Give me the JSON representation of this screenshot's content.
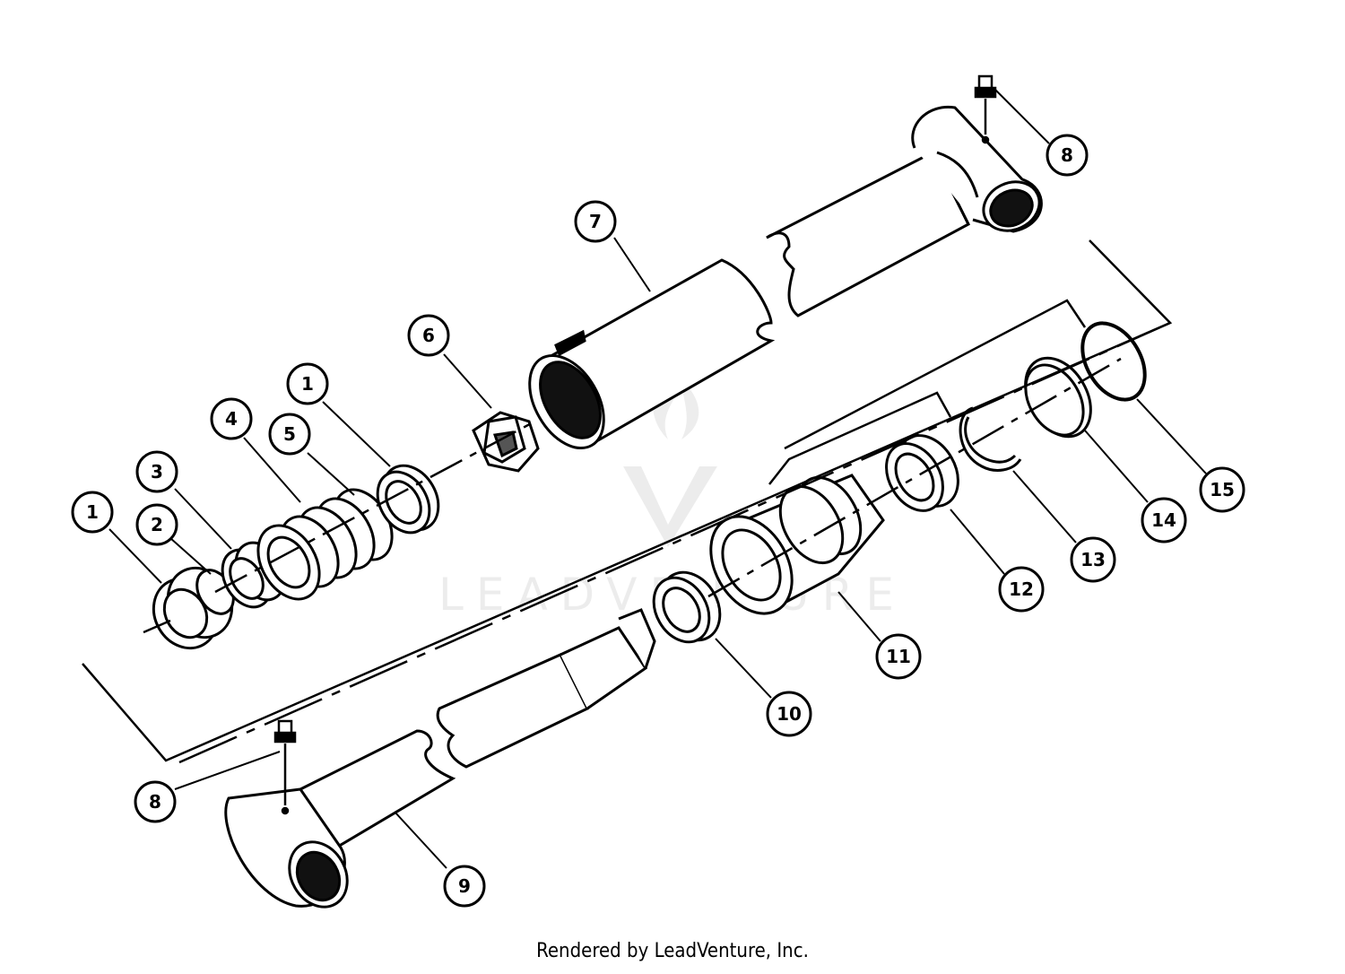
{
  "diagram": {
    "watermark": "LEADVENTURE",
    "callouts": [
      {
        "id": "c1a",
        "label": "1"
      },
      {
        "id": "c2",
        "label": "2"
      },
      {
        "id": "c3",
        "label": "3"
      },
      {
        "id": "c4",
        "label": "4"
      },
      {
        "id": "c5",
        "label": "5"
      },
      {
        "id": "c1b",
        "label": "1"
      },
      {
        "id": "c6",
        "label": "6"
      },
      {
        "id": "c7",
        "label": "7"
      },
      {
        "id": "c8a",
        "label": "8"
      },
      {
        "id": "c8b",
        "label": "8"
      },
      {
        "id": "c9",
        "label": "9"
      },
      {
        "id": "c10",
        "label": "10"
      },
      {
        "id": "c11",
        "label": "11"
      },
      {
        "id": "c12",
        "label": "12"
      },
      {
        "id": "c13",
        "label": "13"
      },
      {
        "id": "c14",
        "label": "14"
      },
      {
        "id": "c15",
        "label": "15"
      }
    ]
  },
  "footer": {
    "text": "Rendered by LeadVenture, Inc."
  }
}
